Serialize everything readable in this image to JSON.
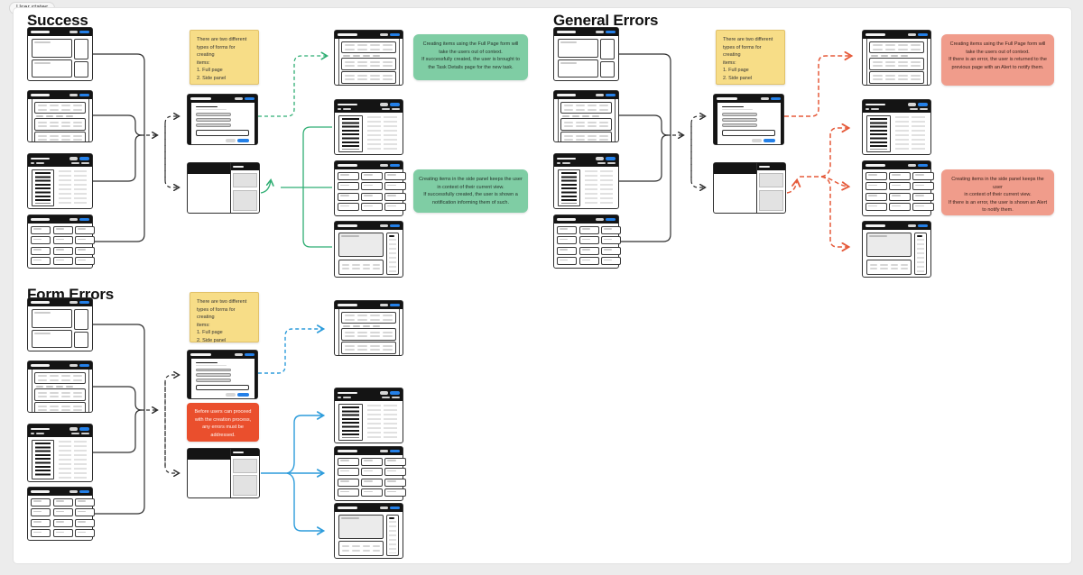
{
  "canvas_tag": {
    "label": "User states"
  },
  "sections": {
    "success": {
      "title": "Success"
    },
    "general_errors": {
      "title": "General Errors"
    },
    "form_errors": {
      "title": "Form Errors"
    }
  },
  "stickies": {
    "form_types": "There are two different\ntypes of forms for creating\nitems:\n1. Full page\n2. Side panel",
    "success_full_page": "Creating items using the Full Page form will\ntake the users out of context.\nIf successfully created, the user is brought to\nthe Task Details page for the new task.",
    "success_side_panel": "Creating items in the side panel keeps the user\nin context of their current view.\nIf successfully created, the user is shown a\nnotification informing them of such.",
    "general_error_full_page": "Creating items using the Full Page form will\ntake the users out of context.\nIf there is an error, the user is returned to the\nprevious page with an Alert to notify them.",
    "general_error_side_panel": "Creating items in the side panel keeps the user\nin context of their current view.\nIf there is an error, the user is shown an Alert\nto notify them.",
    "form_error_blocker": "Before users can proceed\nwith the creation process,\nany errors must be\naddressed."
  },
  "colors": {
    "sticky_yellow": "#F7DD87",
    "sticky_green": "#7FCDA4",
    "sticky_salmon": "#F09C8B",
    "callout_red": "#EA4F2D",
    "connector_success": "#2FAE73",
    "connector_general_error": "#E55A3A",
    "connector_form_error": "#2D9CDB",
    "connector_neutral": "#2E2E2E",
    "wireframe_accent_blue": "#2480E8"
  }
}
